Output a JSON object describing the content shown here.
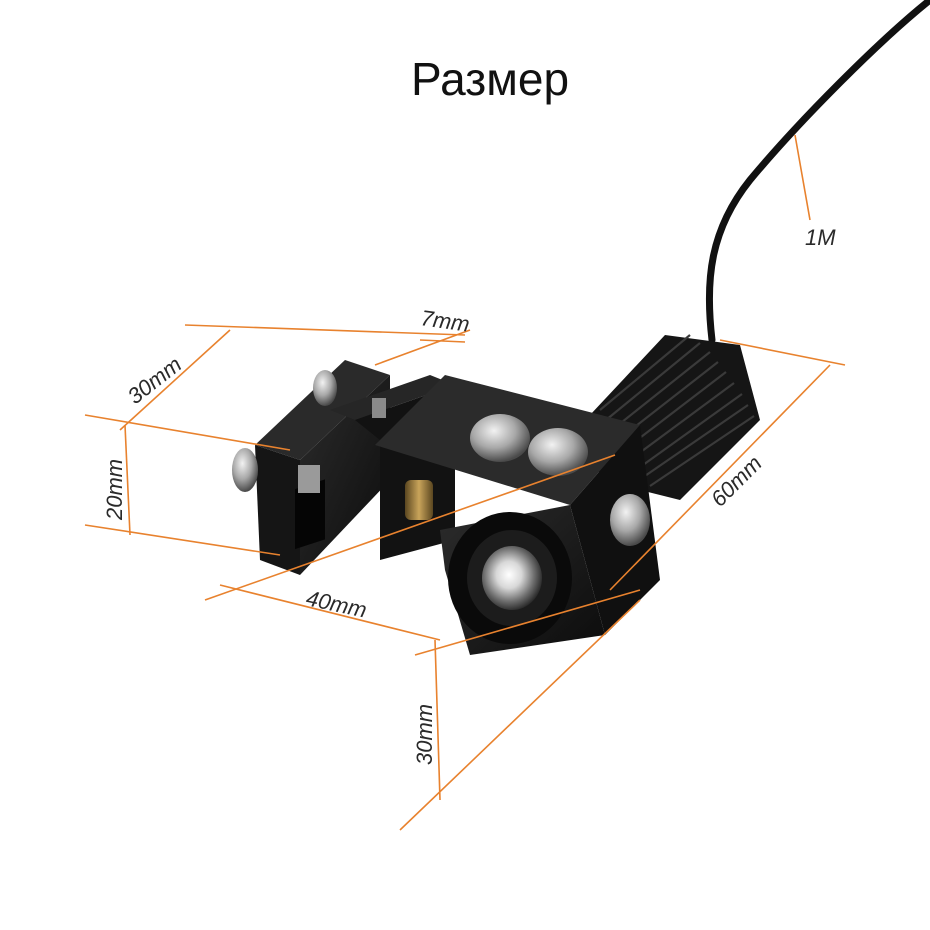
{
  "title": "Размер",
  "dimensions": {
    "cable_length": "1M",
    "bracket_top_width": "7mm",
    "bracket_depth": "30mm",
    "bracket_height": "20mm",
    "base_length": "40mm",
    "body_length": "60mm",
    "head_height": "30mm"
  },
  "colors": {
    "dimension_line": "#e8822e",
    "product": "#111111",
    "background": "#ffffff"
  }
}
